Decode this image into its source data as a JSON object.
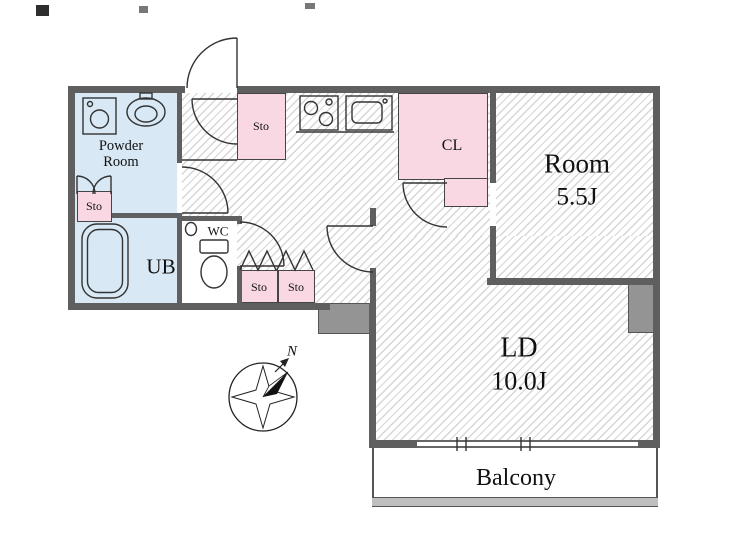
{
  "floorplan": {
    "labels": {
      "powder_room": "Powder Room",
      "sto": "Sto",
      "ub": "UB",
      "wc": "WC",
      "cl": "CL",
      "room": "Room",
      "room_size": "5.5J",
      "ld": "LD",
      "ld_size": "10.0J",
      "balcony": "Balcony",
      "north": "N"
    },
    "colors": {
      "wall": "#5f5f5f",
      "pillar": "#949494",
      "closet_pink": "#f9d8e3",
      "bath_blue": "#d8e8f4",
      "hatch_line": "#d6d6d6",
      "stroke": "#333333"
    }
  }
}
